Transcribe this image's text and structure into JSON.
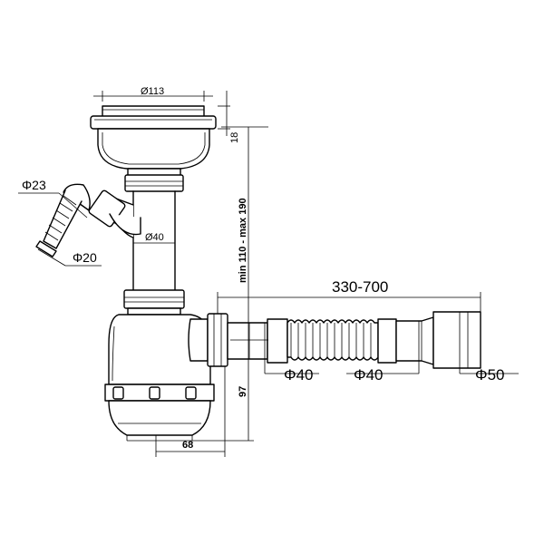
{
  "dimensions": {
    "strainer_diameter": "Ø113",
    "flange_height": "18",
    "inlet_diameter": "Ø40",
    "side_outlet_outer": "Φ23",
    "side_outlet_inner": "Φ20",
    "height_range": "min 110 - max 190",
    "hose_length": "330-700",
    "hose_inlet": "Φ40",
    "hose_middle": "Φ40",
    "hose_outlet": "Φ50",
    "trap_height": "97",
    "trap_offset": "68"
  }
}
